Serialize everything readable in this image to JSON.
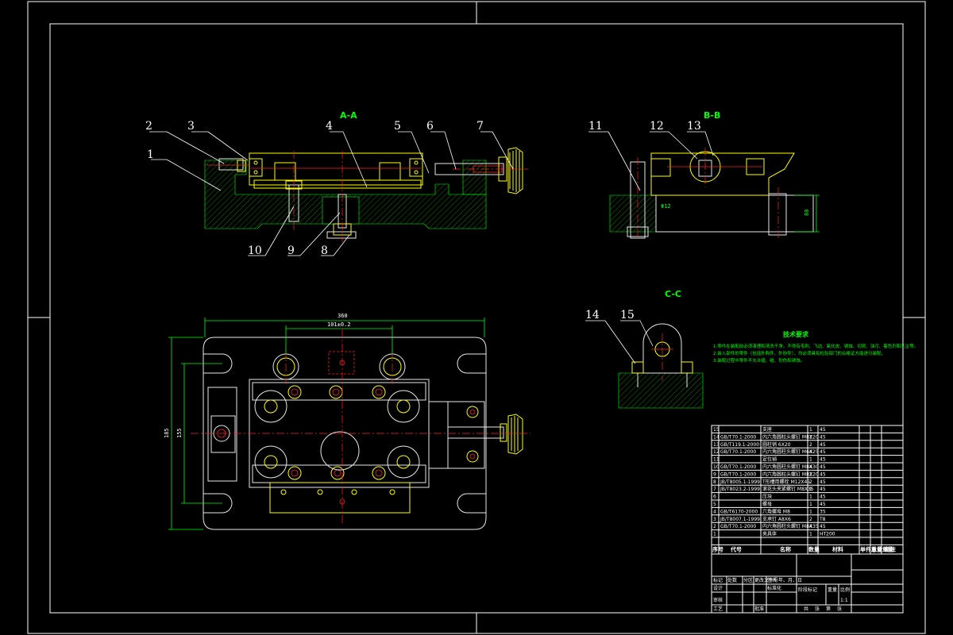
{
  "sections": {
    "aa": "A-A",
    "bb": "B-B",
    "cc": "C-C"
  },
  "callouts": {
    "aa": [
      "1",
      "2",
      "3",
      "4",
      "5",
      "6",
      "7",
      "8",
      "9",
      "10"
    ],
    "bb": [
      "11",
      "12",
      "13"
    ],
    "cc": [
      "14",
      "15"
    ]
  },
  "dimensions": {
    "top_overall": "360",
    "top_inner": "101±0.2",
    "left_outer": "185",
    "left_inner": "155",
    "bb_height": "80",
    "bb_bore": "Φ12"
  },
  "tech_notes": {
    "title": "技术要求",
    "lines": [
      "1.零件在装配前必须清理和清洗干净，不得有毛刺、飞边、氧化皮、锈蚀、切屑、油污、着色剂和灰尘等。",
      "2.装入部件的零件（包括外购件、外协件），均必须具有检验部门的合格证方能进行装配。",
      "3.装配过程中零件不允许磕、碰、划伤和锈蚀。"
    ]
  },
  "parts_header": [
    "序号",
    "代号",
    "名称",
    "数量",
    "材料",
    "单件重量",
    "总计重量",
    "备注"
  ],
  "parts": [
    {
      "no": "15",
      "code": "",
      "name": "支座",
      "qty": "1",
      "mat": "45"
    },
    {
      "no": "14",
      "code": "GB/T70.1-2000",
      "name": "内六角圆柱头螺钉 M8X20",
      "qty": "2",
      "mat": "45"
    },
    {
      "no": "13",
      "code": "GB/T119.1-2000",
      "name": "圆柱销 6X20",
      "qty": "2",
      "mat": "45"
    },
    {
      "no": "12",
      "code": "GB/T70.1-2000",
      "name": "内六角圆柱头螺钉 M6X25",
      "qty": "4",
      "mat": "45"
    },
    {
      "no": "11",
      "code": "",
      "name": "定位销",
      "qty": "1",
      "mat": "45"
    },
    {
      "no": "10",
      "code": "GB/T70.1-2000",
      "name": "内六角圆柱头螺钉 M8X30",
      "qty": "4",
      "mat": "45"
    },
    {
      "no": "9",
      "code": "GB/T70.1-2000",
      "name": "内六角圆柱头螺钉 M8X20",
      "qty": "2",
      "mat": "45"
    },
    {
      "no": "8",
      "code": "JB/T8005.1-1999",
      "name": "T形槽用螺栓 M12X45",
      "qty": "2",
      "mat": "45"
    },
    {
      "no": "7",
      "code": "JB/T8023.2-1999",
      "name": "滚花头夹紧螺钉 M8X35",
      "qty": "1",
      "mat": "45"
    },
    {
      "no": "6",
      "code": "",
      "name": "压块",
      "qty": "1",
      "mat": "45"
    },
    {
      "no": "5",
      "code": "",
      "name": "螺母",
      "qty": "1",
      "mat": "45"
    },
    {
      "no": "4",
      "code": "GB/T6170-2000",
      "name": "六角螺母 M8",
      "qty": "1",
      "mat": "35"
    },
    {
      "no": "3",
      "code": "JB/T8007.1-1999",
      "name": "支承钉 A8X6",
      "qty": "2",
      "mat": "T8"
    },
    {
      "no": "2",
      "code": "GB/T70.1-2000",
      "name": "内六角圆柱头螺钉 M8X35",
      "qty": "4",
      "mat": "45"
    },
    {
      "no": "1",
      "code": "",
      "name": "夹具体",
      "qty": "1",
      "mat": "HT200"
    }
  ],
  "title_block": {
    "row1": [
      "标记",
      "处数",
      "分区",
      "更改文件号",
      "签名",
      "年、月、日"
    ],
    "row2": [
      "设计",
      "标准化"
    ],
    "row3": [
      "阶段标记",
      "重量",
      "比例"
    ],
    "scale": "1:1",
    "row4": [
      "审核"
    ],
    "row5": [
      "工艺",
      "批准"
    ],
    "sheet": [
      "共",
      "张",
      "第",
      "张"
    ]
  }
}
